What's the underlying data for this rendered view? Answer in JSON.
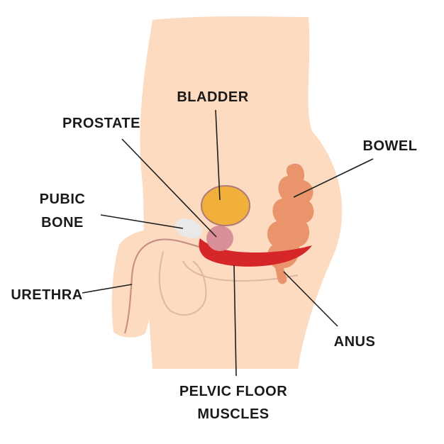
{
  "colors": {
    "skin": "#fcdbc0",
    "skin_outline": "#e3b8a4",
    "bladder": "#f1b03a",
    "bladder_outline": "#b07a7a",
    "prostate": "#d98f97",
    "pubic_bone": "#e9e9ea",
    "muscle": "#d6262a",
    "bowel": "#e9946a",
    "urethra_line": "#c98f86",
    "leader_line": "#1f1f1f",
    "label_text": "#1a1a1a"
  },
  "labels": {
    "bladder": "BLADDER",
    "prostate": "PROSTATE",
    "bowel": "BOWEL",
    "pubic_bone_line1": "PUBIC",
    "pubic_bone_line2": "BONE",
    "urethra": "URETHRA",
    "anus": "ANUS",
    "pelvic_floor_line1": "PELVIC FLOOR",
    "pelvic_floor_line2": "MUSCLES"
  }
}
